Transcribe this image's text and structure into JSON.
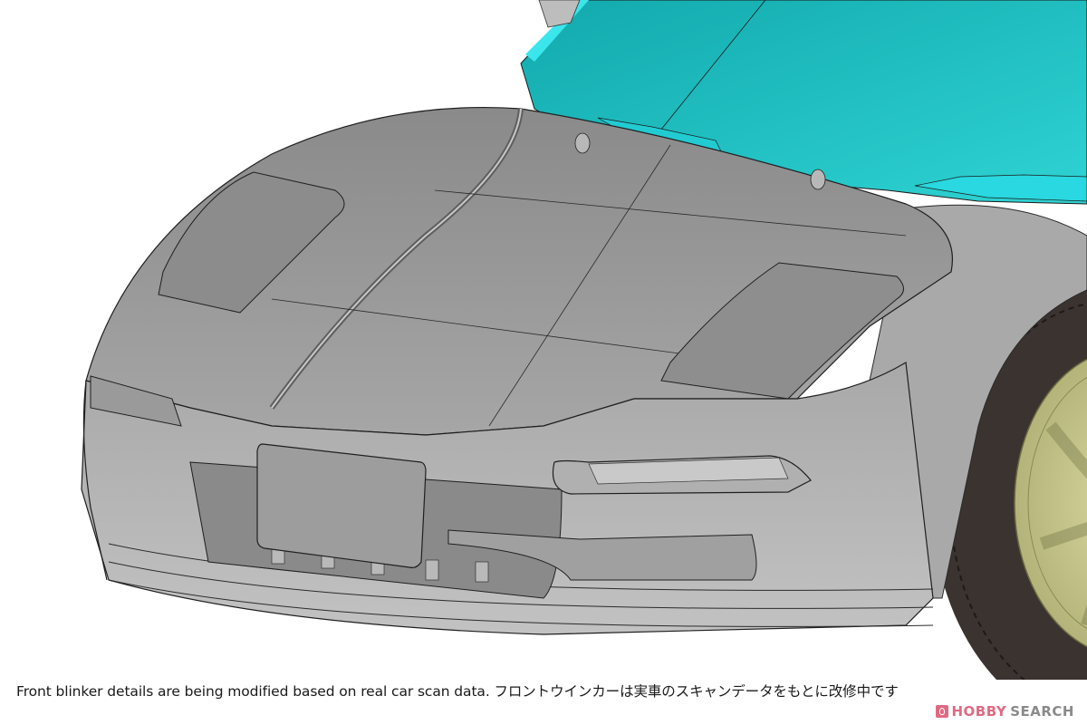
{
  "caption": {
    "text": "Front blinker details are being modified based on real car scan data. フロントウインカーは実車のスキャンデータをもとに改修中です"
  },
  "watermark": {
    "brand_part1": "HOBBY",
    "brand_part2": "SEARCH",
    "colors": {
      "hobby": "#e06a82",
      "search": "#8a8a8a"
    }
  },
  "illustration": {
    "subject": "car-front-cad-render",
    "colors": {
      "body": "#8f8f8f",
      "body_light": "#b4b4b4",
      "windshield": "#1ab8b8",
      "windshield_edge": "#33e0e6",
      "tire": "#3b3330",
      "wheel": "#c9c98a",
      "line": "#2a2a2a"
    }
  }
}
